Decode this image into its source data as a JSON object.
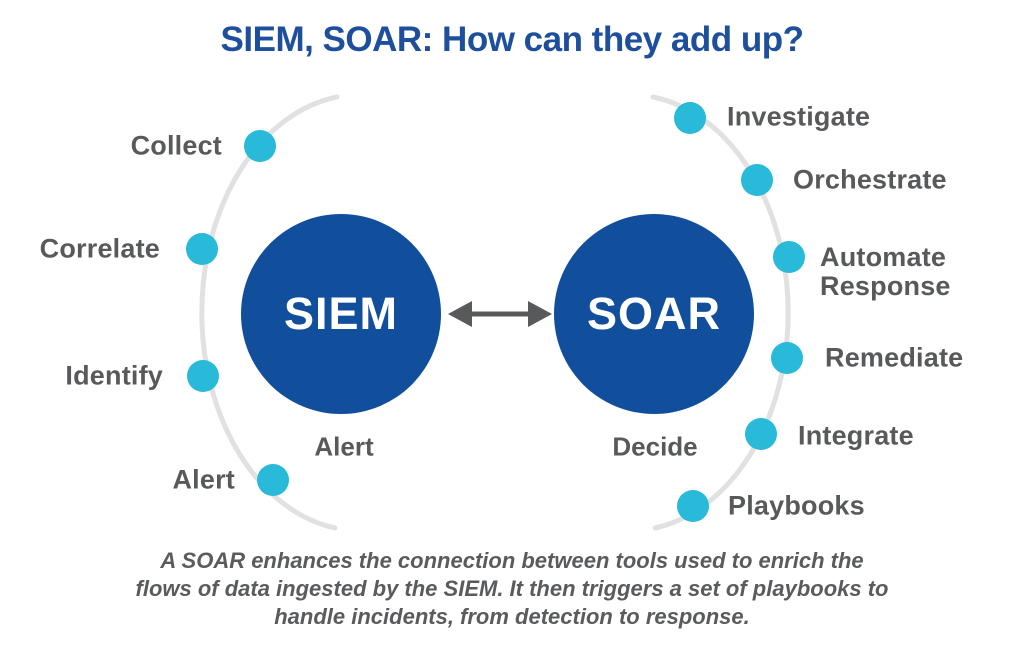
{
  "title": "SIEM, SOAR: How can they add up?",
  "left_circle": {
    "label": "SIEM",
    "sublabel": "Alert"
  },
  "right_circle": {
    "label": "SOAR",
    "sublabel": "Decide"
  },
  "left_steps": [
    {
      "label": "Collect"
    },
    {
      "label": "Correlate"
    },
    {
      "label": "Identify"
    },
    {
      "label": "Alert"
    }
  ],
  "right_steps": [
    {
      "label": "Investigate"
    },
    {
      "label": "Orchestrate"
    },
    {
      "label": "Automate Response"
    },
    {
      "label": "Remediate"
    },
    {
      "label": "Integrate"
    },
    {
      "label": "Playbooks"
    }
  ],
  "caption": {
    "lines": [
      "A SOAR enhances the connection between tools used to enrich the",
      "flows of data ingested by the SIEM. It then triggers a set of playbooks to",
      "handle incidents, from detection to response."
    ]
  },
  "icons": {
    "connector": "double-arrow-icon"
  },
  "colors": {
    "title_blue": "#1d4f9c",
    "circle_blue": "#114f9d",
    "dot_cyan": "#29b9d9",
    "label_gray": "#58595b",
    "caption_gray": "#5a5b5d",
    "arc_gray": "#e1e1e1",
    "arrow_gray": "#58595b",
    "circle_text": "#ffffff",
    "background": "#ffffff"
  }
}
